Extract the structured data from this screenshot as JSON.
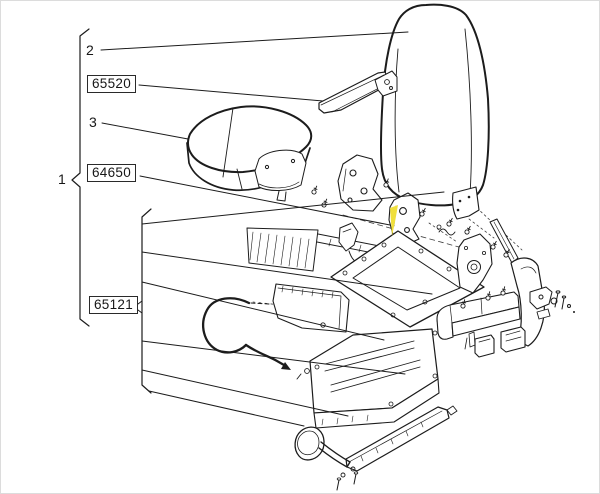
{
  "diagram": {
    "type": "exploded-parts-diagram",
    "labels": {
      "item1": "1",
      "item2": "2",
      "item3": "3",
      "part_65520": "65520",
      "part_64650": "64650",
      "part_65121": "65121"
    },
    "highlight": {
      "color": "#F0DF3C"
    }
  }
}
